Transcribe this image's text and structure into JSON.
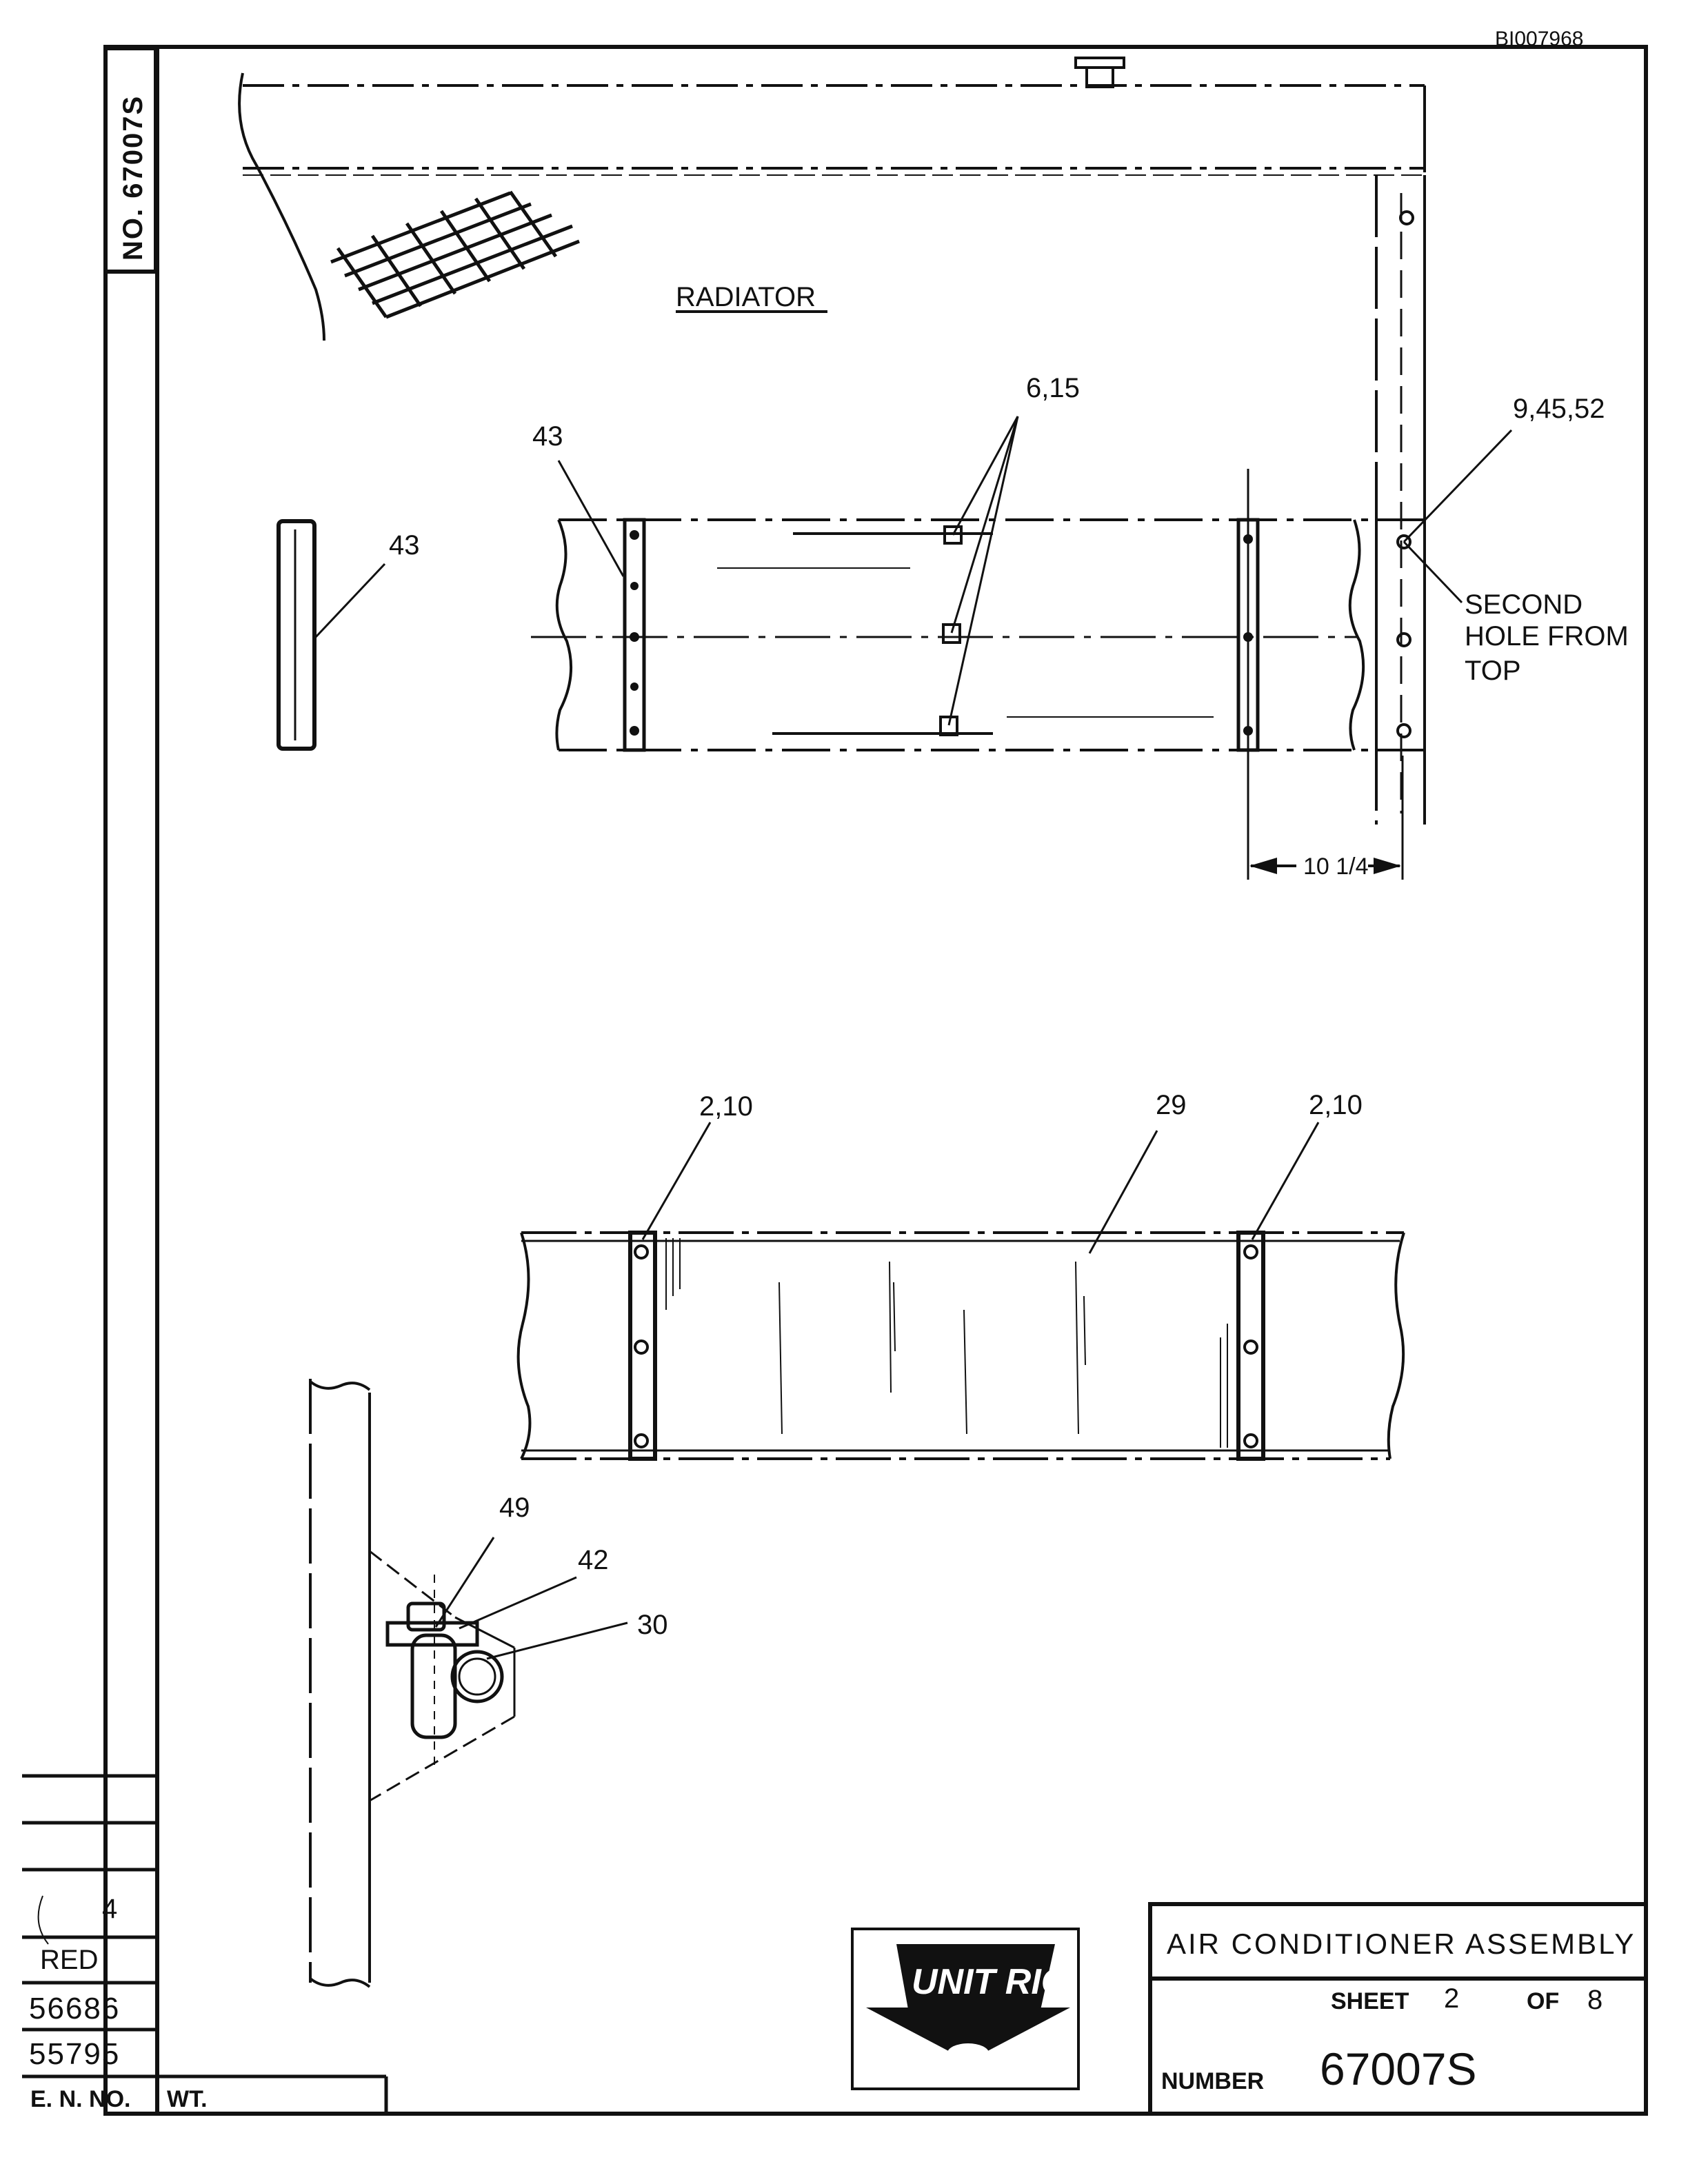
{
  "document": {
    "image_id": "BI007968",
    "side_number": "NO. 67007S"
  },
  "views": {
    "top": {
      "title": "RADIATOR",
      "callouts": {
        "strip_left": "43",
        "strip_main": "43",
        "squares": "6,15",
        "bolts": "9,45,52",
        "dimension": "10 1/4"
      },
      "note": {
        "line1": "SECOND",
        "line2": "HOLE FROM",
        "line3": "TOP"
      }
    },
    "middle": {
      "callouts": {
        "left": "2,10",
        "center": "29",
        "right": "2,10"
      }
    },
    "bottom": {
      "callouts": {
        "a": "49",
        "b": "42",
        "c": "30"
      }
    }
  },
  "revision_block": {
    "partial_1": "4",
    "partial_2": "RED",
    "row_1": "56686",
    "row_2": "55795",
    "col_eno": "E. N. NO.",
    "col_wt": "WT."
  },
  "logo": {
    "text": "UNIT RIG"
  },
  "title_block": {
    "title": "AIR CONDITIONER ASSEMBLY",
    "sheet_label": "SHEET",
    "sheet_no": "2",
    "of_label": "OF",
    "sheet_total": "8",
    "number_label": "NUMBER",
    "number": "67007S"
  },
  "colors": {
    "ink": "#111111",
    "paper": "#ffffff"
  }
}
